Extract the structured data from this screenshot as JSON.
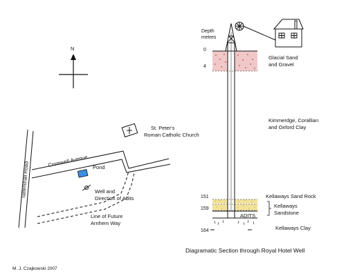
{
  "compass": {
    "north_label": "N"
  },
  "map": {
    "church_label_line1": "St. Peter's",
    "church_label_line2": "Roman Catholic Church",
    "street_cromwell": "Cromwell Avenue",
    "street_tattershall": "Tattershall Road",
    "pond_label": "Pond",
    "well_label_line1": "Well and",
    "well_label_line2": "Direction of Adits",
    "future_way_line1": "Line of Future",
    "future_way_line2": "Arnhem Way"
  },
  "section": {
    "depth_heading_line1": "Depth",
    "depth_heading_line2": "metres",
    "depths": [
      "0",
      "4",
      "151",
      "159",
      "164"
    ],
    "strata": {
      "glacial_line1": "Glacial Sand",
      "glacial_line2": "and Gravel",
      "kimmeridge_line1": "Kimmerdge, Corallian",
      "kimmeridge_line2": "and Oxford Clay",
      "kellaways_sand_rock": "Kellaways Sand Rock",
      "kellaways_sandstone_line1": "Kellaways",
      "kellaways_sandstone_line2": "Sandstone",
      "adits": "ADITS",
      "kellaways_clay": "Kellaways Clay"
    },
    "caption": "Diagramatic Section through Royal Hotel Well"
  },
  "credit": "M. J. Czajkowski 2007",
  "colors": {
    "gravel": "#f0c8c8",
    "gravel_dot": "#c05050",
    "sand": "#f3e29a",
    "pond": "#3a8fe0",
    "line": "#111111"
  }
}
